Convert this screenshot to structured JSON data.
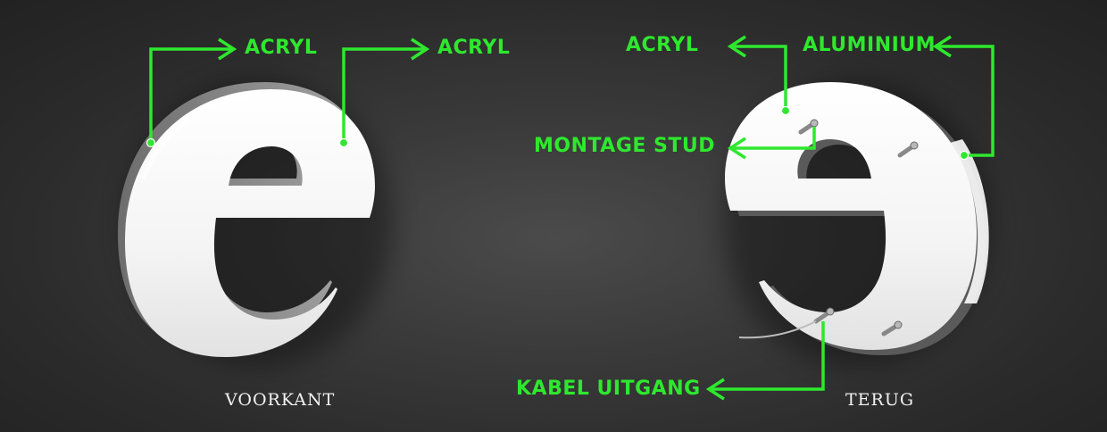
{
  "colors": {
    "background": "#2f2f2f",
    "callout": "#2ee82e",
    "letter_face": "#fafafa",
    "letter_side": "#8a8a8a",
    "caption": "#f2f2f2"
  },
  "front": {
    "callout_left": "ACRYL",
    "callout_right": "ACRYL",
    "caption": "VOORKANT"
  },
  "back": {
    "callout_acryl": "ACRYL",
    "callout_aluminium": "ALUMINIUM",
    "callout_stud": "MONTAGE STUD",
    "callout_cable": "KABEL UITGANG",
    "caption": "TERUG"
  }
}
